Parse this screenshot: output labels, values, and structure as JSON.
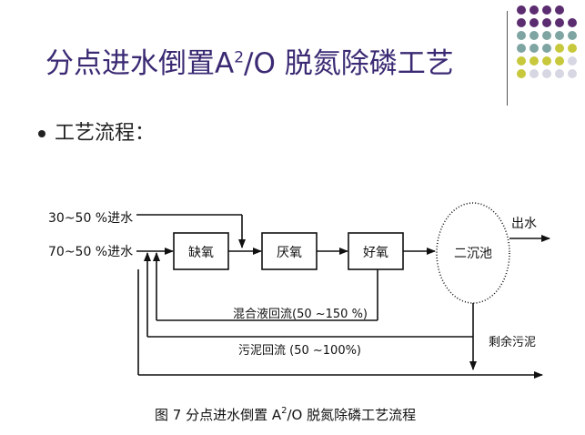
{
  "slide": {
    "title_prefix": "分点进水倒置A",
    "title_sup": "2",
    "title_suffix": "/O 脱氮除磷工艺",
    "bullet": "工艺流程："
  },
  "diagram": {
    "inflow_top": "30~50 %进水",
    "inflow_bottom": "70~50 %进水",
    "box_anoxic": "缺氧",
    "box_anaerobic": "厌氧",
    "box_aerobic": "好氧",
    "clarifier": "二沉池",
    "outflow": "出水",
    "recycle_mixed": "混合液回流(50 ~150 %)",
    "recycle_sludge": "污泥回流 (50 ~100%)",
    "excess_sludge": "剩余污泥",
    "caption_prefix": "图 7   分点进水倒置 A",
    "caption_sup": "2",
    "caption_suffix": "/O 脱氮除磷工艺流程"
  },
  "colors": {
    "title": "#3b2a73",
    "dot_purple": "#5b2c6f",
    "dot_teal": "#7fa5a3",
    "dot_yellow": "#c8c83c",
    "dot_gray": "#d7d7e3"
  }
}
